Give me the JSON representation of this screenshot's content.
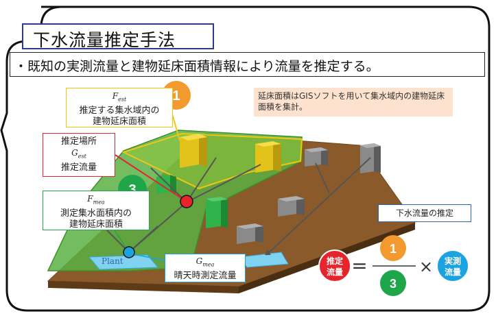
{
  "title": "下水流量推定手法",
  "subtitle": "・既知の実測流量と建物延床面積情報により流量を推定する。",
  "note": "延床面積はGISソフトを用いて集水域内の建物延床面積を集計。",
  "labels": {
    "f_est_var": "F",
    "f_est_sub": "est",
    "f_est_line1": "推定する集水域内の",
    "f_est_line2": "建物延床面積",
    "est_place": "推定場所",
    "g_est_var": "G",
    "g_est_sub": "est",
    "est_flow": "推定流量",
    "f_mea_var": "F",
    "f_mea_sub": "mea",
    "f_mea_line1": "測定集水面積内の",
    "f_mea_line2": "建物延床面積",
    "g_mea_var": "G",
    "g_mea_sub": "mea",
    "g_mea_line": "晴天時測定流量",
    "plant": "Plant"
  },
  "markers": {
    "one": "1",
    "three": "3"
  },
  "formula": {
    "heading": "下水流量の推定",
    "left_top": "推定",
    "left_bottom": "流量",
    "equals": "=",
    "numerator": "1",
    "denominator": "3",
    "times": "×",
    "right_top": "実測",
    "right_bottom": "流量"
  },
  "colors": {
    "marker_orange": "#f29a2e",
    "marker_green": "#1fa64a",
    "estimated_red": "#e5242b",
    "measured_blue": "#1aa3e0",
    "catchment_green": "#4caf3c",
    "ground_brown": "#8b5a2b"
  }
}
